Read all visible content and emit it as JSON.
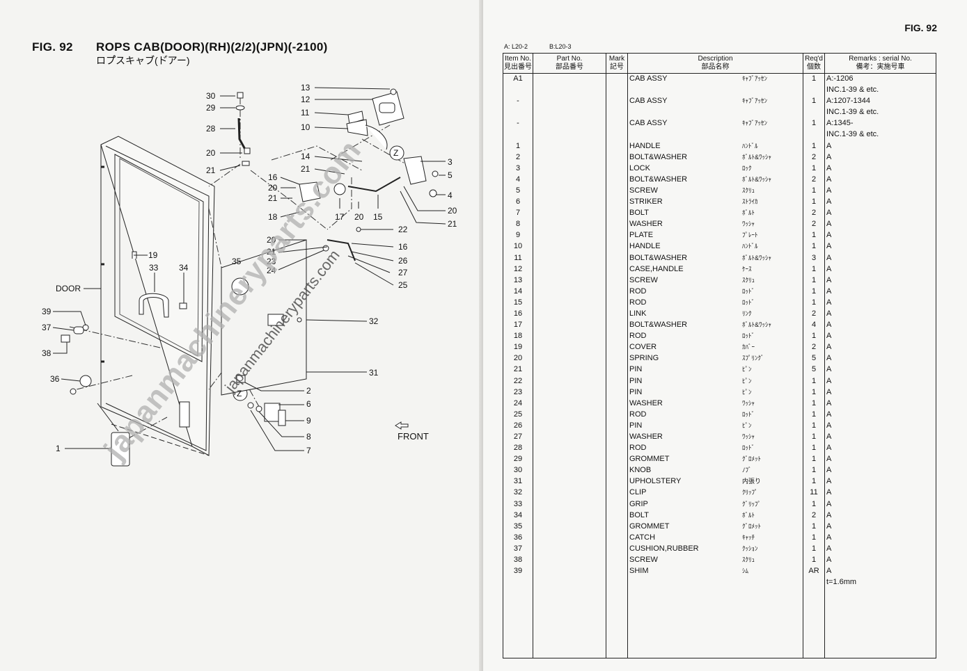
{
  "left_page": {
    "fig_label": "FIG. 92",
    "title": "ROPS CAB(DOOR)(RH)(2/2)(JPN)(-2100)",
    "subtitle": "ロプ゚スキャブ゙(ド゙アー)",
    "callouts": {
      "door": "DOOR",
      "front": "FRONT",
      "z": "Z",
      "n1": "1",
      "n2": "2",
      "n3": "3",
      "n4": "4",
      "n5": "5",
      "n6": "6",
      "n7": "7",
      "n8": "8",
      "n9": "9",
      "n10": "10",
      "n11": "11",
      "n12": "12",
      "n13": "13",
      "n14": "14",
      "n15": "15",
      "n16": "16",
      "n17": "17",
      "n18": "18",
      "n19": "19",
      "n20": "20",
      "n21": "21",
      "n22": "22",
      "n23": "23",
      "n24": "24",
      "n25": "25",
      "n26": "26",
      "n27": "27",
      "n28": "28",
      "n29": "29",
      "n30": "30",
      "n31": "31",
      "n32": "32",
      "n33": "33",
      "n34": "34",
      "n35": "35",
      "n36": "36",
      "n37": "37",
      "n38": "38",
      "n39": "39"
    },
    "watermark_main": "japanmachineryparts.com",
    "watermark_small": "japanmachineryparts.com"
  },
  "right_page": {
    "fig_label": "FIG. 92",
    "model_a": "A: L20-2",
    "model_b": "B:L20-3",
    "headers": {
      "item": "Item No.",
      "item_jp": "見出番号",
      "part": "Part No.",
      "part_jp": "部品番号",
      "mark": "Mark",
      "mark_jp": "記号",
      "desc": "Description",
      "desc_jp": "部品名称",
      "req": "Req'd",
      "req_jp": "個数",
      "remarks": "Remarks : serial No.",
      "remarks_jp": "備考：実施号車"
    },
    "rows": [
      {
        "item": "A1",
        "desc": "CAB ASSY",
        "jp": "ｷｬﾌﾞｱｯｾﾝ",
        "qty": "1",
        "rem": "A:-1206"
      },
      {
        "item": "",
        "desc": "",
        "jp": "",
        "qty": "",
        "rem": "INC.1-39 & etc."
      },
      {
        "item": "-",
        "desc": "CAB ASSY",
        "jp": "ｷｬﾌﾞｱｯｾﾝ",
        "qty": "1",
        "rem": "A:1207-1344"
      },
      {
        "item": "",
        "desc": "",
        "jp": "",
        "qty": "",
        "rem": "INC.1-39 & etc."
      },
      {
        "item": "-",
        "desc": "CAB ASSY",
        "jp": "ｷｬﾌﾞｱｯｾﾝ",
        "qty": "1",
        "rem": "A:1345-"
      },
      {
        "item": "",
        "desc": "",
        "jp": "",
        "qty": "",
        "rem": "INC.1-39 & etc."
      },
      {
        "item": "1",
        "desc": "HANDLE",
        "jp": "ﾊﾝﾄﾞﾙ",
        "qty": "1",
        "rem": "A"
      },
      {
        "item": "2",
        "desc": "BOLT&WASHER",
        "jp": "ﾎﾞﾙﾄ&ﾜｯｼｬ",
        "qty": "2",
        "rem": "A"
      },
      {
        "item": "3",
        "desc": "LOCK",
        "jp": "ﾛｯｸ",
        "qty": "1",
        "rem": "A"
      },
      {
        "item": "4",
        "desc": "BOLT&WASHER",
        "jp": "ﾎﾞﾙﾄ&ﾜｯｼｬ",
        "qty": "2",
        "rem": "A"
      },
      {
        "item": "5",
        "desc": "SCREW",
        "jp": "ｽｸﾘｭ",
        "qty": "1",
        "rem": "A"
      },
      {
        "item": "6",
        "desc": "STRIKER",
        "jp": "ｽﾄﾗｲｶ",
        "qty": "1",
        "rem": "A"
      },
      {
        "item": "7",
        "desc": "BOLT",
        "jp": "ﾎﾞﾙﾄ",
        "qty": "2",
        "rem": "A"
      },
      {
        "item": "8",
        "desc": "WASHER",
        "jp": "ﾜｯｼｬ",
        "qty": "2",
        "rem": "A"
      },
      {
        "item": "9",
        "desc": "PLATE",
        "jp": "ﾌﾟﾚｰﾄ",
        "qty": "1",
        "rem": "A"
      },
      {
        "item": "10",
        "desc": "HANDLE",
        "jp": "ﾊﾝﾄﾞﾙ",
        "qty": "1",
        "rem": "A"
      },
      {
        "item": "11",
        "desc": "BOLT&WASHER",
        "jp": "ﾎﾞﾙﾄ&ﾜｯｼｬ",
        "qty": "3",
        "rem": "A"
      },
      {
        "item": "12",
        "desc": "CASE,HANDLE",
        "jp": "ｹｰｽ",
        "qty": "1",
        "rem": "A"
      },
      {
        "item": "13",
        "desc": "SCREW",
        "jp": "ｽｸﾘｭ",
        "qty": "1",
        "rem": "A"
      },
      {
        "item": "14",
        "desc": "ROD",
        "jp": "ﾛｯﾄﾞ",
        "qty": "1",
        "rem": "A"
      },
      {
        "item": "15",
        "desc": "ROD",
        "jp": "ﾛｯﾄﾞ",
        "qty": "1",
        "rem": "A"
      },
      {
        "item": "16",
        "desc": "LINK",
        "jp": "ﾘﾝｸ",
        "qty": "2",
        "rem": "A"
      },
      {
        "item": "17",
        "desc": "BOLT&WASHER",
        "jp": "ﾎﾞﾙﾄ&ﾜｯｼｬ",
        "qty": "4",
        "rem": "A"
      },
      {
        "item": "18",
        "desc": "ROD",
        "jp": "ﾛｯﾄﾞ",
        "qty": "1",
        "rem": "A"
      },
      {
        "item": "19",
        "desc": "COVER",
        "jp": "ｶﾊﾞｰ",
        "qty": "2",
        "rem": "A"
      },
      {
        "item": "20",
        "desc": "SPRING",
        "jp": "ｽﾌﾟﾘﾝｸﾞ",
        "qty": "5",
        "rem": "A"
      },
      {
        "item": "21",
        "desc": "PIN",
        "jp": "ﾋﾟﾝ",
        "qty": "5",
        "rem": "A"
      },
      {
        "item": "22",
        "desc": "PIN",
        "jp": "ﾋﾟﾝ",
        "qty": "1",
        "rem": "A"
      },
      {
        "item": "23",
        "desc": "PIN",
        "jp": "ﾋﾟﾝ",
        "qty": "1",
        "rem": "A"
      },
      {
        "item": "24",
        "desc": "WASHER",
        "jp": "ﾜｯｼｬ",
        "qty": "1",
        "rem": "A"
      },
      {
        "item": "25",
        "desc": "ROD",
        "jp": "ﾛｯﾄﾞ",
        "qty": "1",
        "rem": "A"
      },
      {
        "item": "26",
        "desc": "PIN",
        "jp": "ﾋﾟﾝ",
        "qty": "1",
        "rem": "A"
      },
      {
        "item": "27",
        "desc": "WASHER",
        "jp": "ﾜｯｼｬ",
        "qty": "1",
        "rem": "A"
      },
      {
        "item": "28",
        "desc": "ROD",
        "jp": "ﾛｯﾄﾞ",
        "qty": "1",
        "rem": "A"
      },
      {
        "item": "29",
        "desc": "GROMMET",
        "jp": "ｸﾞﾛﾒｯﾄ",
        "qty": "1",
        "rem": "A"
      },
      {
        "item": "30",
        "desc": "KNOB",
        "jp": "ﾉﾌﾞ",
        "qty": "1",
        "rem": "A"
      },
      {
        "item": "31",
        "desc": "UPHOLSTERY",
        "jp": "内張り",
        "qty": "1",
        "rem": "A"
      },
      {
        "item": "32",
        "desc": "CLIP",
        "jp": "ｸﾘｯﾌﾟ",
        "qty": "11",
        "rem": "A"
      },
      {
        "item": "33",
        "desc": "GRIP",
        "jp": "ｸﾞﾘｯﾌﾟ",
        "qty": "1",
        "rem": "A"
      },
      {
        "item": "34",
        "desc": "BOLT",
        "jp": "ﾎﾞﾙﾄ",
        "qty": "2",
        "rem": "A"
      },
      {
        "item": "35",
        "desc": "GROMMET",
        "jp": "ｸﾞﾛﾒｯﾄ",
        "qty": "1",
        "rem": "A"
      },
      {
        "item": "36",
        "desc": "CATCH",
        "jp": "ｷｬｯﾁ",
        "qty": "1",
        "rem": "A"
      },
      {
        "item": "37",
        "desc": "CUSHION,RUBBER",
        "jp": "ｸｯｼｮﾝ",
        "qty": "1",
        "rem": "A"
      },
      {
        "item": "38",
        "desc": "SCREW",
        "jp": "ｽｸﾘｭ",
        "qty": "1",
        "rem": "A"
      },
      {
        "item": "39",
        "desc": "SHIM",
        "jp": "ｼﾑ",
        "qty": "AR",
        "rem": "A"
      },
      {
        "item": "",
        "desc": "",
        "jp": "",
        "qty": "",
        "rem": "t=1.6mm"
      }
    ]
  }
}
